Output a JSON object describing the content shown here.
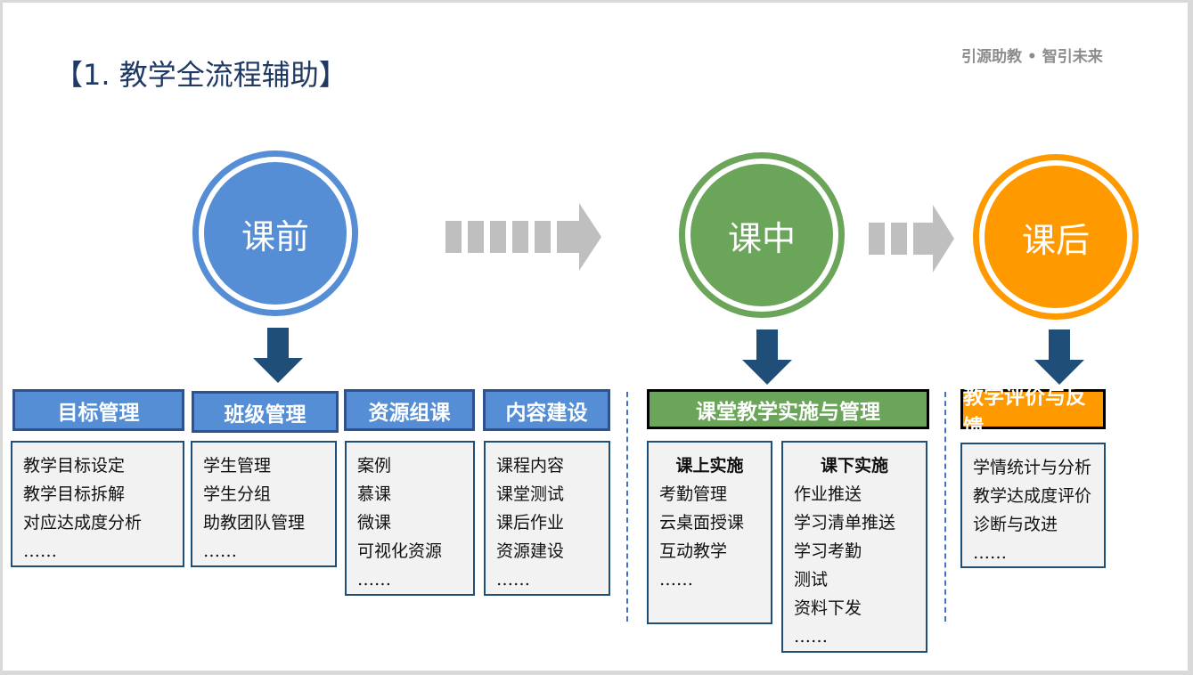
{
  "title": "【1. 教学全流程辅助】",
  "brand": "引源助教 • 智引未来",
  "colors": {
    "blue": "#558ed5",
    "green": "#6aa55a",
    "orange": "#ff9900",
    "dark_blue": "#1f4e79"
  },
  "phases": [
    {
      "label": "课前"
    },
    {
      "label": "课中"
    },
    {
      "label": "课后"
    }
  ],
  "before": [
    {
      "header": "目标管理",
      "items": [
        "教学目标设定",
        "教学目标拆解",
        "对应达成度分析",
        "……"
      ]
    },
    {
      "header": "班级管理",
      "items": [
        "学生管理",
        "学生分组",
        "助教团队管理",
        "……"
      ]
    },
    {
      "header": "资源组课",
      "items": [
        "案例",
        "慕课",
        "微课",
        "可视化资源",
        "……"
      ]
    },
    {
      "header": "内容建设",
      "items": [
        "课程内容",
        "课堂测试",
        "课后作业",
        "资源建设",
        "……"
      ]
    }
  ],
  "during": {
    "header": "课堂教学实施与管理",
    "groups": [
      {
        "title": "课上实施",
        "items": [
          "考勤管理",
          "云桌面授课",
          "互动教学",
          "……"
        ]
      },
      {
        "title": "课下实施",
        "items": [
          "作业推送",
          "学习清单推送",
          "学习考勤",
          "测试",
          "资料下发",
          "……"
        ]
      }
    ]
  },
  "after": {
    "header": "教学评价与反馈",
    "items": [
      "学情统计与分析",
      "教学达成度评价",
      "诊断与改进",
      "……"
    ]
  }
}
